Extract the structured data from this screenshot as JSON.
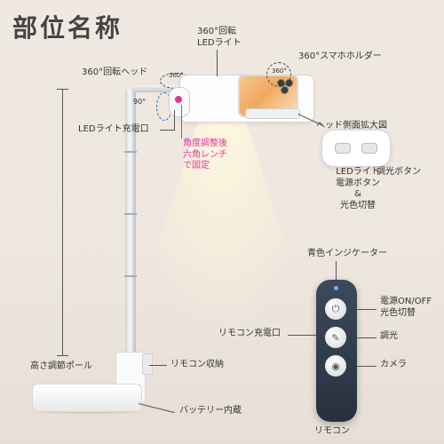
{
  "title": "部位名称",
  "labels": {
    "rotate_led": "360°回転\nLEDライト",
    "rotate_phone_holder": "360°スマホホルダー",
    "rotate_head": "360°回転ヘッド",
    "badge_360": "360°",
    "badge_90": "90°",
    "led_charge_port": "LEDライト充電口",
    "angle_note": "角度調整後\n六角レンチ\nで固定",
    "head_side_zoom": "ヘッド側面拡大図",
    "led_power_button": "LEDライト\n電源ボタン\n&\n光色切替",
    "dimmer_button": "調光ボタン",
    "blue_indicator": "青色インジケーター",
    "power_toggle": "電源ON/OFF\n光色切替",
    "dimmer": "調光",
    "camera": "カメラ",
    "remote_charge_port": "リモコン充電口",
    "height_pole": "高さ調節ポール",
    "remote_storage": "リモコン収納",
    "battery": "バッテリー内蔵",
    "remote": "リモコン"
  },
  "colors": {
    "accent_pink": "#e0369c",
    "indicator_blue": "#6fb0ff",
    "remote_body": "#2f3a48"
  },
  "icons": {
    "power_button": "power-icon",
    "dimmer_button": "dimmer-icon",
    "camera_button": "camera-icon"
  }
}
